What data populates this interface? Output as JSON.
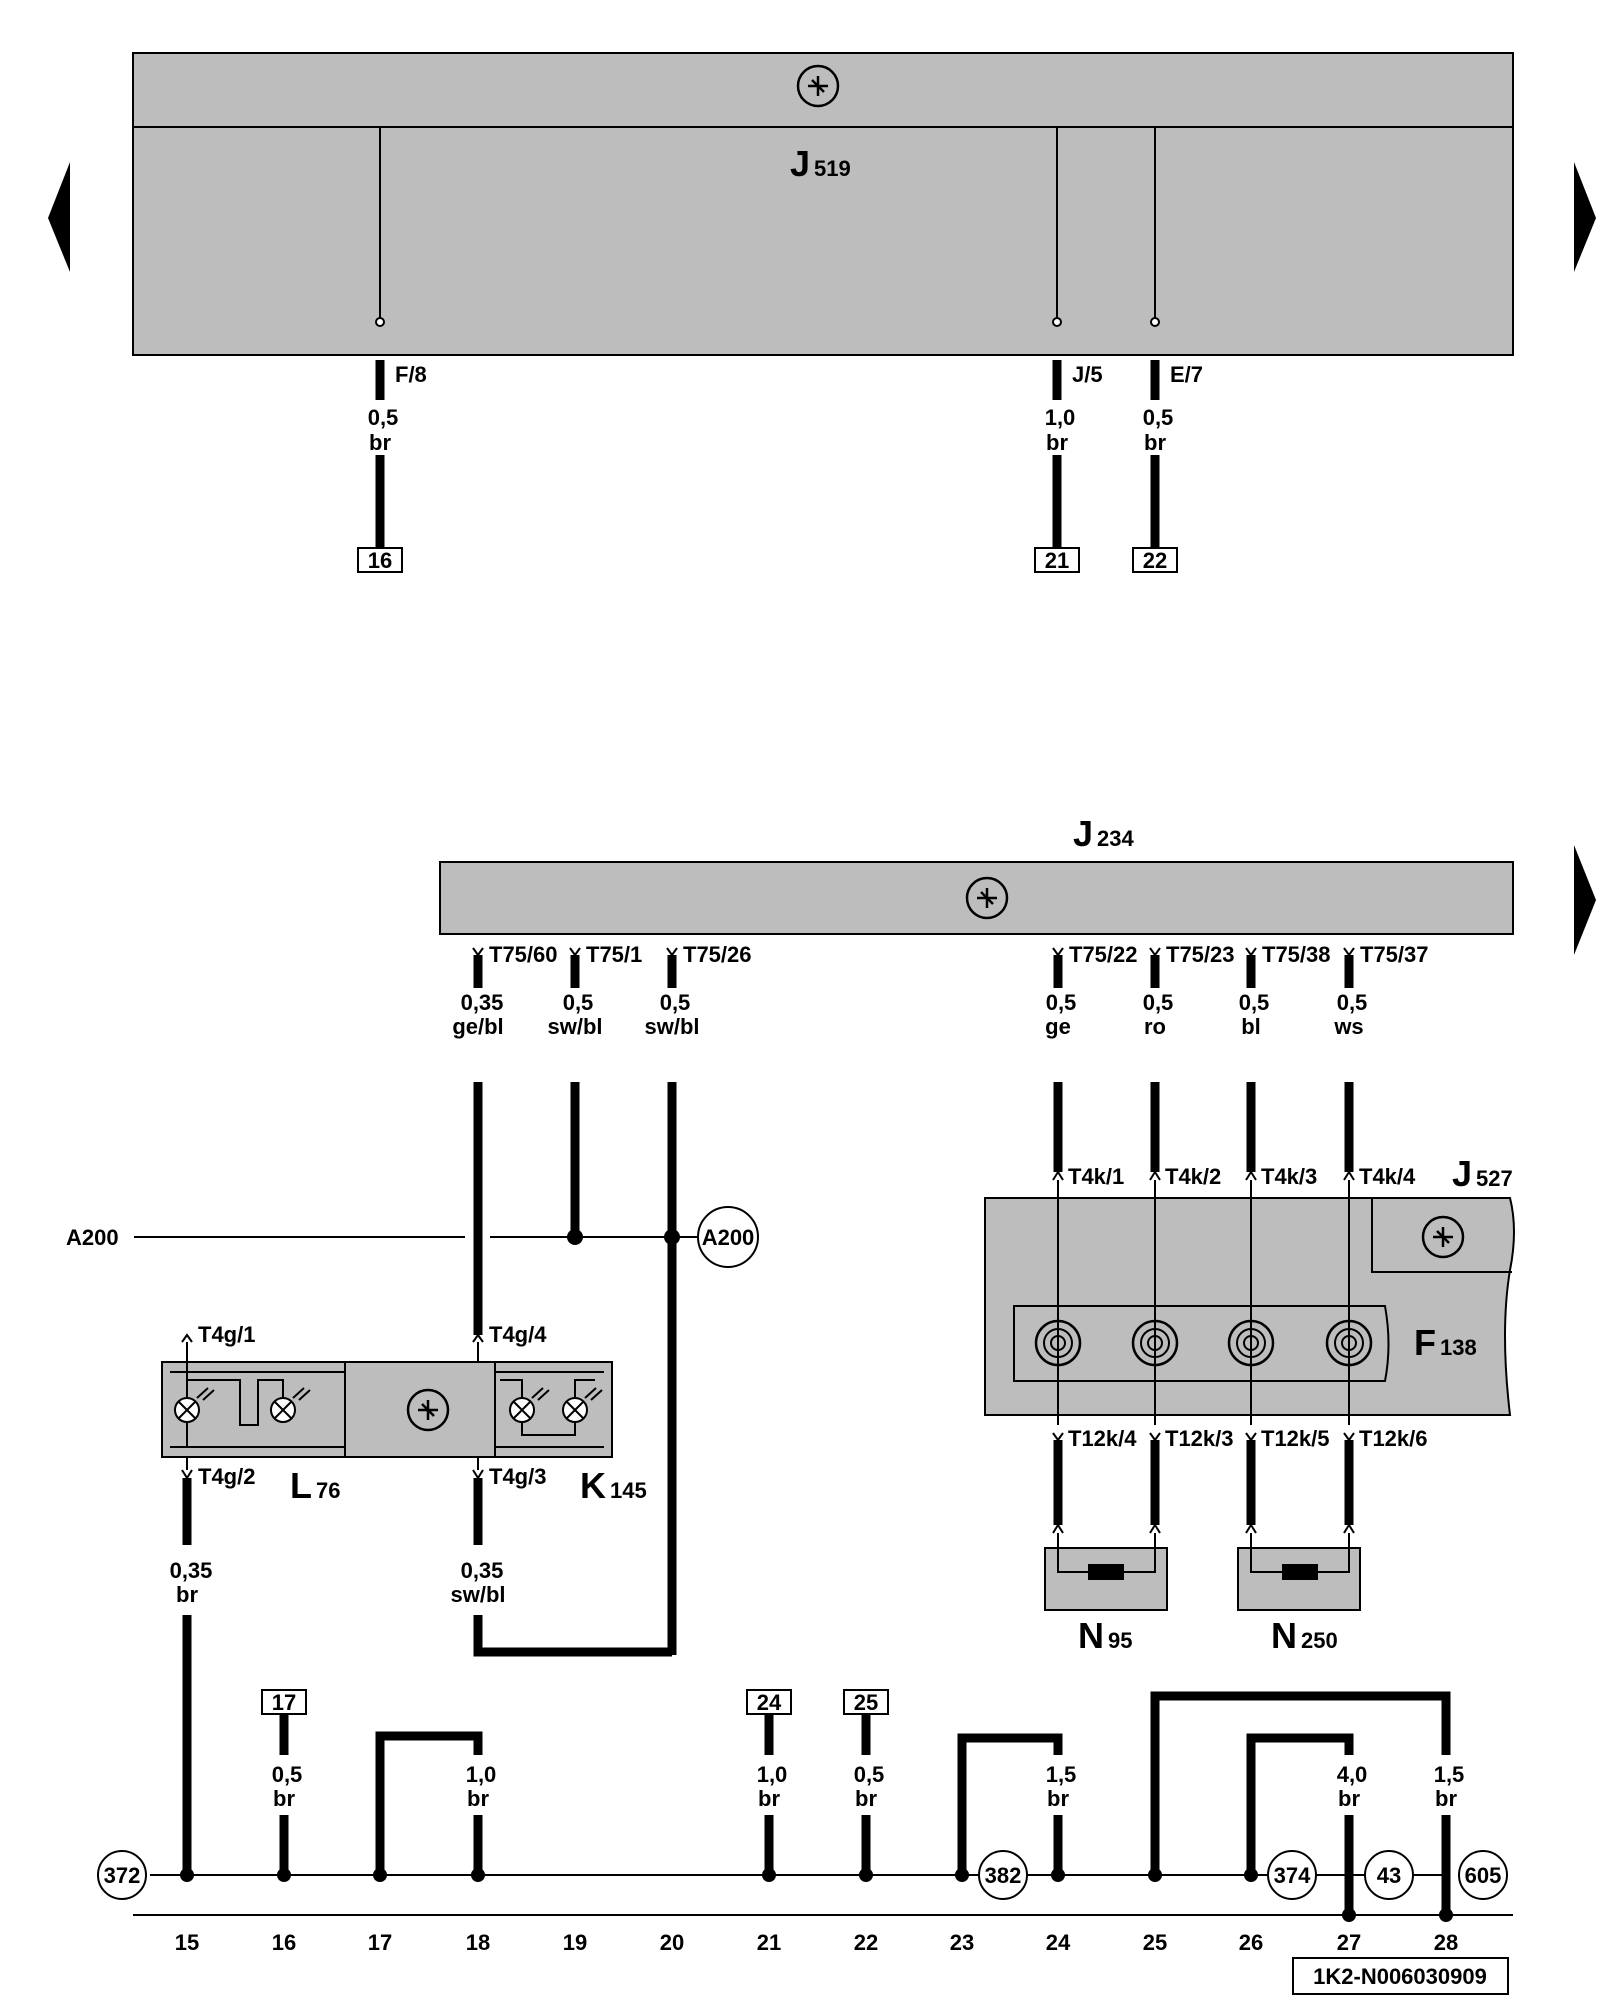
{
  "components": {
    "j519": {
      "letter": "J",
      "sub": "519"
    },
    "j234": {
      "letter": "J",
      "sub": "234"
    },
    "j527": {
      "letter": "J",
      "sub": "527"
    },
    "f138": {
      "letter": "F",
      "sub": "138"
    },
    "l76": {
      "letter": "L",
      "sub": "76"
    },
    "k145": {
      "letter": "K",
      "sub": "145"
    },
    "n95": {
      "letter": "N",
      "sub": "95"
    },
    "n250": {
      "letter": "N",
      "sub": "250"
    }
  },
  "top_wires": [
    {
      "pin": "F/8",
      "gauge": "0,5",
      "color": "br",
      "target": "16"
    },
    {
      "pin": "J/5",
      "gauge": "1,0",
      "color": "br",
      "target": "21"
    },
    {
      "pin": "E/7",
      "gauge": "0,5",
      "color": "br",
      "target": "22"
    }
  ],
  "j234_pins": [
    "T75/60",
    "T75/1",
    "T75/26",
    "T75/22",
    "T75/23",
    "T75/38",
    "T75/37"
  ],
  "j234_wires": [
    {
      "gauge": "0,35",
      "color": "ge/bl"
    },
    {
      "gauge": "0,5",
      "color": "sw/bl"
    },
    {
      "gauge": "0,5",
      "color": "sw/bl"
    },
    {
      "gauge": "0,5",
      "color": "ge"
    },
    {
      "gauge": "0,5",
      "color": "ro"
    },
    {
      "gauge": "0,5",
      "color": "bl"
    },
    {
      "gauge": "0,5",
      "color": "ws"
    }
  ],
  "t4k_pins": [
    "T4k/1",
    "T4k/2",
    "T4k/3",
    "T4k/4"
  ],
  "t12k_pins": [
    "T12k/4",
    "T12k/3",
    "T12k/5",
    "T12k/6"
  ],
  "a200_left": "A200",
  "a200_circle": "A200",
  "l76_pins": [
    "T4g/1",
    "T4g/2"
  ],
  "k145_pins": [
    "T4g/4",
    "T4g/3"
  ],
  "lower_wires": [
    {
      "gauge": "0,35",
      "color": "br"
    },
    {
      "gauge": "0,35",
      "color": "sw/bl"
    }
  ],
  "bottom_wires": [
    {
      "gauge": "0,5",
      "color": "br",
      "source": "17"
    },
    {
      "gauge": "1,0",
      "color": "br"
    },
    {
      "gauge": "1,0",
      "color": "br",
      "source": "24"
    },
    {
      "gauge": "0,5",
      "color": "br",
      "source": "25"
    },
    {
      "gauge": "1,5",
      "color": "br"
    },
    {
      "gauge": "4,0",
      "color": "br"
    },
    {
      "gauge": "1,5",
      "color": "br"
    }
  ],
  "ground_refs": [
    "372",
    "382",
    "374",
    "43",
    "605"
  ],
  "track_numbers": [
    "15",
    "16",
    "17",
    "18",
    "19",
    "20",
    "21",
    "22",
    "23",
    "24",
    "25",
    "26",
    "27",
    "28"
  ],
  "diagram_id": "1K2-N006030909",
  "nav": {
    "arrow_left": "previous-page",
    "arrow_right": "next-page"
  }
}
